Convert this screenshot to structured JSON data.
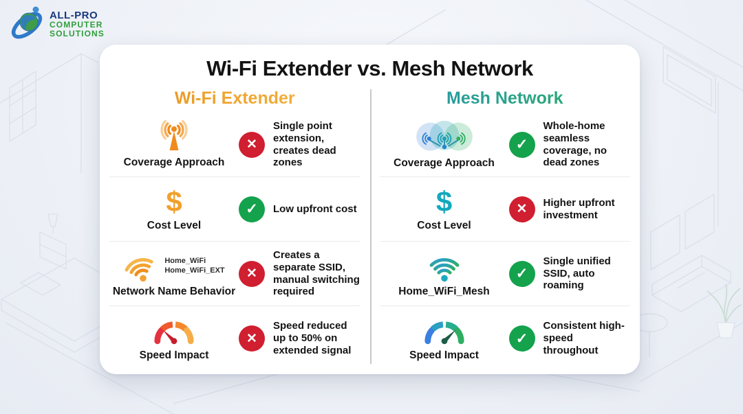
{
  "logo": {
    "line1": "ALL-PRO",
    "line2": "COMPUTER",
    "line3": "SOLUTIONS",
    "icon": "globe-swoosh-icon"
  },
  "card": {
    "title": "Wi-Fi Extender vs. Mesh Network",
    "columns": [
      {
        "heading": "Wi-Fi Extender",
        "rows": [
          {
            "icon": "antenna-icon",
            "label": "Coverage Approach",
            "status": "negative",
            "text": "Single point extension, creates dead zones"
          },
          {
            "icon": "dollar-icon",
            "label": "Cost Level",
            "status": "positive",
            "text": "Low upfront cost"
          },
          {
            "icon": "wifi-dual-ssid-icon",
            "label": "Network Name Behavior",
            "ssid1": "Home_WiFi",
            "ssid2": "Home_WiFi_EXT",
            "status": "negative",
            "text": "Creates a separate SSID, manual switching required"
          },
          {
            "icon": "gauge-red-icon",
            "label": "Speed Impact",
            "status": "negative",
            "text": "Speed reduced up to 50% on extended signal"
          }
        ]
      },
      {
        "heading": "Mesh Network",
        "rows": [
          {
            "icon": "mesh-nodes-icon",
            "label": "Coverage Approach",
            "status": "positive",
            "text": "Whole-home seamless coverage, no dead zones"
          },
          {
            "icon": "dollar-icon",
            "label": "Cost Level",
            "status": "negative",
            "text": "Higher upfront investment"
          },
          {
            "icon": "wifi-mesh-icon",
            "label": "Home_WiFi_Mesh",
            "status": "positive",
            "text": "Single unified SSID, auto roaming"
          },
          {
            "icon": "gauge-green-icon",
            "label": "Speed Impact",
            "status": "positive",
            "text": "Consistent high-speed throughout"
          }
        ]
      }
    ],
    "status_icons": {
      "negative": "x-circle-icon",
      "positive": "check-circle-icon"
    }
  },
  "colors": {
    "negative": "#d01f30",
    "positive": "#14a24c",
    "extender_accent": "#f09d26",
    "mesh_accent_start": "#2496b4",
    "mesh_accent_end": "#2fae62",
    "card_bg": "#ffffff",
    "page_bg": "#eef1f7"
  }
}
